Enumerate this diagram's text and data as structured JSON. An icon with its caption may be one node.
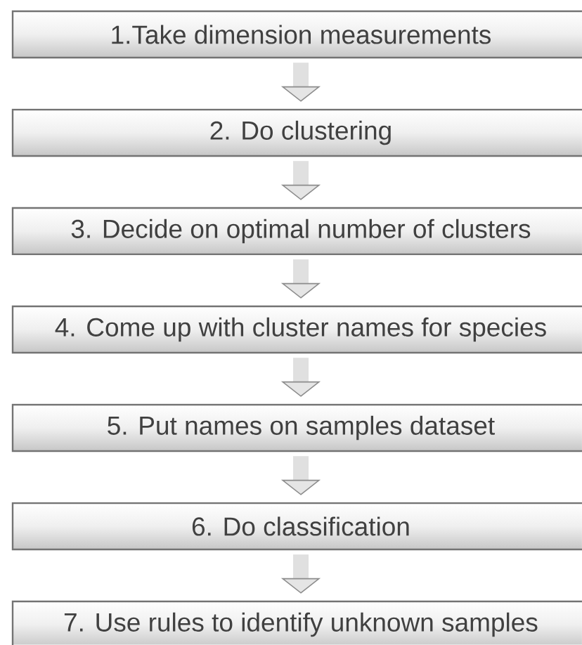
{
  "diagram": {
    "nodes": [
      {
        "text": [
          "1.Take dimension measurements"
        ]
      },
      {
        "text": [
          "2. Do clustering"
        ]
      },
      {
        "text": [
          "3. Decide on optimal number of clusters"
        ]
      },
      {
        "text": [
          "4. Come up with cluster names for species"
        ]
      },
      {
        "text": [
          "5. Put names on samples dataset"
        ]
      },
      {
        "text": [
          "6. Do classification"
        ]
      },
      {
        "text": [
          "7. Use rules to identify unknown samples"
        ]
      }
    ],
    "edges": [
      {
        "from": 0,
        "to": 1,
        "arrow": "to"
      },
      {
        "from": 1,
        "to": 2,
        "arrow": "to"
      },
      {
        "from": 2,
        "to": 3,
        "arrow": "to"
      },
      {
        "from": 3,
        "to": 4,
        "arrow": "to"
      },
      {
        "from": 4,
        "to": 5,
        "arrow": "to"
      },
      {
        "from": 5,
        "to": 6,
        "arrow": "to"
      }
    ]
  }
}
